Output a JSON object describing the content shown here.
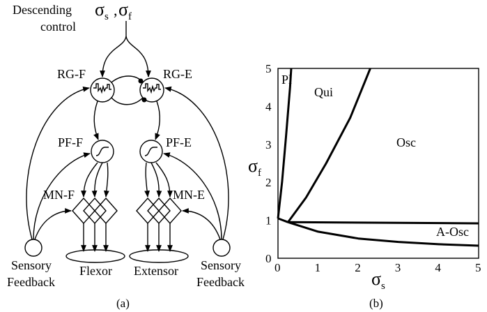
{
  "panel_a": {
    "descending_line1": "Descending",
    "descending_line2": "control",
    "sigma_s": "σ",
    "sigma_s_sub": "s",
    "sigma_sep": ",",
    "sigma_f": "σ",
    "sigma_f_sub": "f",
    "rg_f": "RG-F",
    "rg_e": "RG-E",
    "pf_f": "PF-F",
    "pf_e": "PF-E",
    "mn_f": "MN-F",
    "mn_e": "MN-E",
    "sensory_left_1": "Sensory",
    "sensory_left_2": "Feedback",
    "sensory_right_1": "Sensory",
    "sensory_right_2": "Feedback",
    "flexor": "Flexor",
    "extensor": "Extensor",
    "caption": "(a)"
  },
  "panel_b": {
    "caption": "(b)",
    "regions": [
      "Pl",
      "Qui",
      "Osc",
      "A-Osc"
    ],
    "x_axis_symbol": "σ",
    "x_axis_sub": "s",
    "y_axis_symbol": "σ",
    "y_axis_sub": "f",
    "x_ticks": [
      "0",
      "1",
      "2",
      "3",
      "4",
      "5"
    ],
    "y_ticks": [
      "0",
      "1",
      "2",
      "3",
      "4",
      "5"
    ]
  },
  "chart_data": {
    "type": "line",
    "title": "",
    "xlabel": "σs",
    "ylabel": "σf",
    "xlim": [
      0,
      5
    ],
    "ylim": [
      0,
      5
    ],
    "grid": false,
    "series": [
      {
        "values": [
          [
            0.0,
            1.05
          ],
          [
            0.1,
            2.0
          ],
          [
            0.2,
            3.2
          ],
          [
            0.3,
            4.5
          ],
          [
            0.33,
            5.0
          ]
        ]
      },
      {
        "values": [
          [
            0.0,
            1.05
          ],
          [
            0.25,
            0.95
          ]
        ]
      },
      {
        "values": [
          [
            0.25,
            0.95
          ],
          [
            0.7,
            1.6
          ],
          [
            1.2,
            2.5
          ],
          [
            1.8,
            3.7
          ],
          [
            2.3,
            5.0
          ]
        ]
      },
      {
        "values": [
          [
            0.25,
            0.95
          ],
          [
            5.0,
            0.92
          ]
        ]
      },
      {
        "values": [
          [
            0.25,
            0.95
          ],
          [
            1.0,
            0.7
          ],
          [
            2.0,
            0.52
          ],
          [
            3.0,
            0.43
          ],
          [
            4.0,
            0.37
          ],
          [
            5.0,
            0.33
          ]
        ]
      }
    ]
  }
}
